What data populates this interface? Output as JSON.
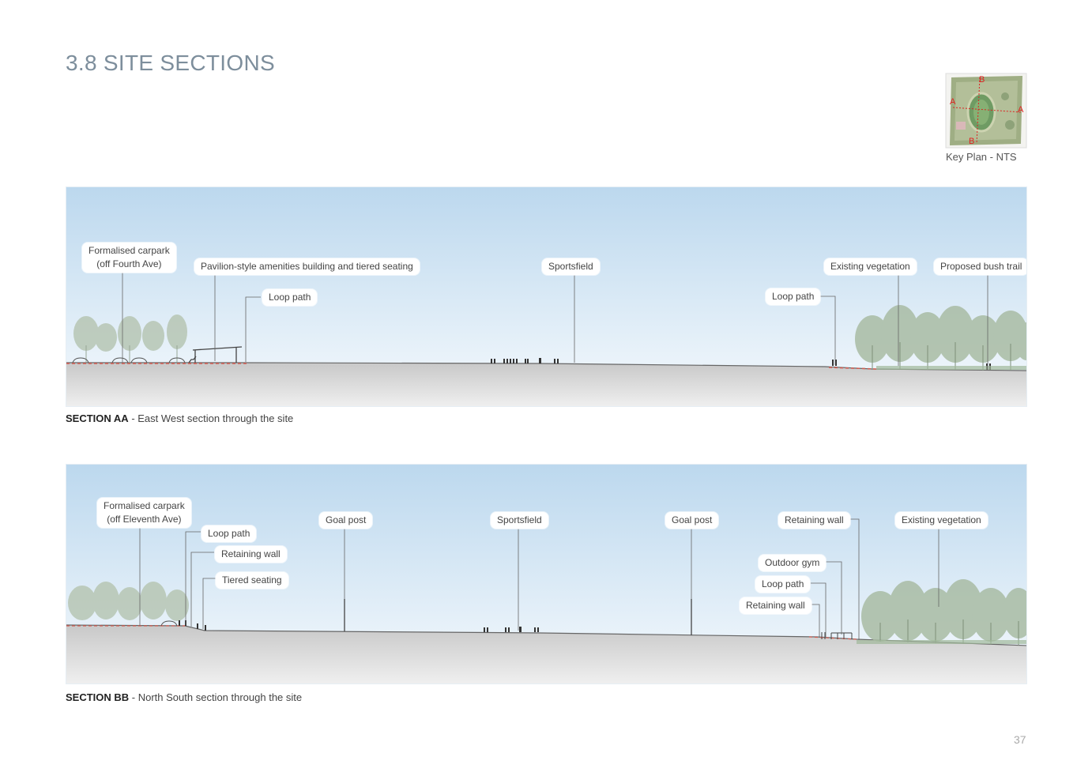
{
  "page": {
    "title": "3.8 SITE SECTIONS",
    "page_number": "37"
  },
  "key_plan": {
    "caption": "Key Plan - NTS",
    "markers": [
      "A",
      "A",
      "B",
      "B"
    ]
  },
  "colors": {
    "sky_top": "#bcd8ee",
    "sky_bottom": "#f4f9fd",
    "ground": "#d4d4d4",
    "trees": "#a9bca4",
    "path_red": "#d25b50",
    "title": "#7d8e9c"
  },
  "section_aa": {
    "caption_bold": "SECTION AA",
    "caption_rest": " - East West section through the site",
    "labels": {
      "carpark_line1": "Formalised carpark",
      "carpark_line2": "(off Fourth Ave)",
      "pavilion": "Pavilion-style amenities building and tiered seating",
      "loop_path_left": "Loop path",
      "sportsfield": "Sportsfield",
      "loop_path_right": "Loop path",
      "existing_vegetation": "Existing vegetation",
      "bush_trail": "Proposed bush trail"
    }
  },
  "section_bb": {
    "caption_bold": "SECTION BB",
    "caption_rest": " - North South section through the site",
    "labels": {
      "carpark_line1": "Formalised carpark",
      "carpark_line2": "(off Eleventh Ave)",
      "loop_path_left": "Loop path",
      "retaining_wall_left": "Retaining wall",
      "tiered_seating": "Tiered seating",
      "goal_post_left": "Goal post",
      "sportsfield": "Sportsfield",
      "goal_post_right": "Goal post",
      "retaining_wall_top": "Retaining wall",
      "existing_vegetation": "Existing vegetation",
      "outdoor_gym": "Outdoor gym",
      "loop_path_right": "Loop path",
      "retaining_wall_bottom": "Retaining wall"
    }
  }
}
